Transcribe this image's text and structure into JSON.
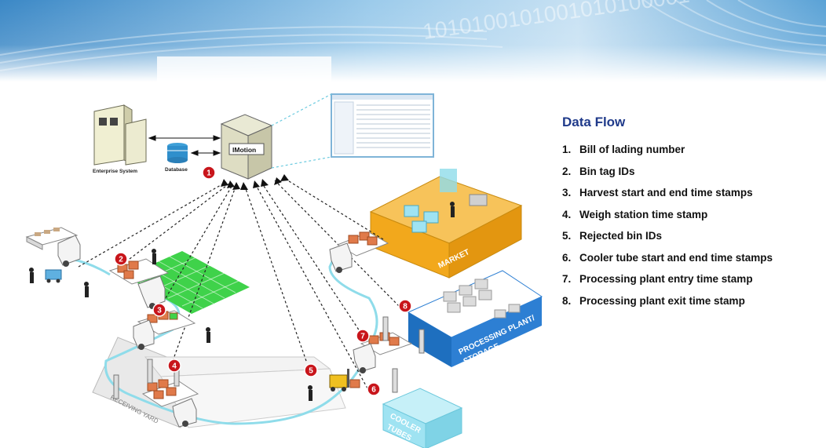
{
  "diagram": {
    "enterprise_label": "Enterprise System",
    "database_label": "Database",
    "imotion_label": "IMotion",
    "market_label": "MARKET",
    "processing_label_line1": "PROCESSING PLANT/",
    "processing_label_line2": "STORAGE",
    "cooler_label_line1": "COOLER",
    "cooler_label_line2": "TUBES",
    "receiving_label": "RECEIVING YARD",
    "banner_digits": "1010100101001010100001",
    "markers": [
      "1",
      "2",
      "3",
      "4",
      "5",
      "6",
      "7",
      "8"
    ]
  },
  "legend": {
    "title": "Data Flow",
    "items": [
      {
        "num": "1.",
        "text": "Bill of lading number"
      },
      {
        "num": "2.",
        "text": "Bin tag IDs"
      },
      {
        "num": "3.",
        "text": "Harvest start and end time stamps"
      },
      {
        "num": "4.",
        "text": "Weigh station time stamp"
      },
      {
        "num": "5.",
        "text": "Rejected bin IDs"
      },
      {
        "num": "6.",
        "text": "Cooler tube start and end time stamps"
      },
      {
        "num": "7.",
        "text": "Processing plant entry time stamp"
      },
      {
        "num": "8.",
        "text": "Processing plant exit time stamp"
      }
    ]
  },
  "colors": {
    "banner_dark": "#2a7fc0",
    "banner_light": "#cfe6f7",
    "marker_red": "#c8151b",
    "legend_title": "#1f3a8a",
    "market_orange": "#f2a81c",
    "plant_blue": "#2d7fd3",
    "field_green": "#3fd24a",
    "route_cyan": "#8fdcea",
    "cooler_cyan": "#9fe3f2"
  }
}
